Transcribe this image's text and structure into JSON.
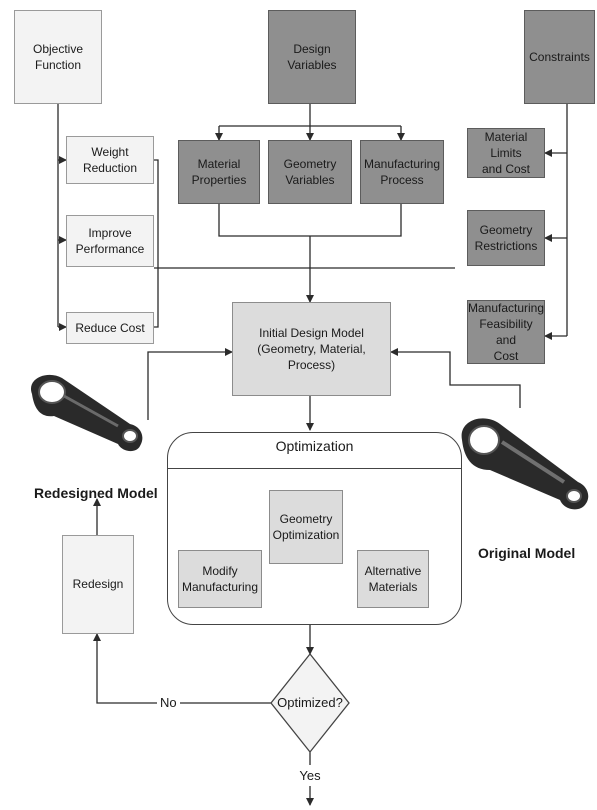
{
  "top": {
    "objective": "Objective\nFunction",
    "design_variables": "Design\nVariables",
    "constraints": "Constraints"
  },
  "objectives": [
    "Weight\nReduction",
    "Improve\nPerformance",
    "Reduce Cost"
  ],
  "variables": [
    "Material\nProperties",
    "Geometry\nVariables",
    "Manufacturing\nProcess"
  ],
  "constraints": [
    "Material Limits\nand Cost",
    "Geometry\nRestrictions",
    "Manufacturing\nFeasibility and\nCost"
  ],
  "initial_model": "Initial Design Model\n(Geometry, Material, Process)",
  "optimization": {
    "title": "Optimization",
    "geometry": "Geometry\nOptimization",
    "manufacturing": "Modify\nManufacturing",
    "materials": "Alternative\nMaterials"
  },
  "decision": "Optimized?",
  "no_label": "No",
  "yes_label": "Yes",
  "redesign": "Redesign",
  "redesigned_model": "Redesigned Model",
  "original_model": "Original Model",
  "colors": {
    "dark_box": "#8f8f8f",
    "light_box": "#f3f3f3",
    "mid_box": "#dcdcdc",
    "part_body": "#2a2a2a"
  }
}
